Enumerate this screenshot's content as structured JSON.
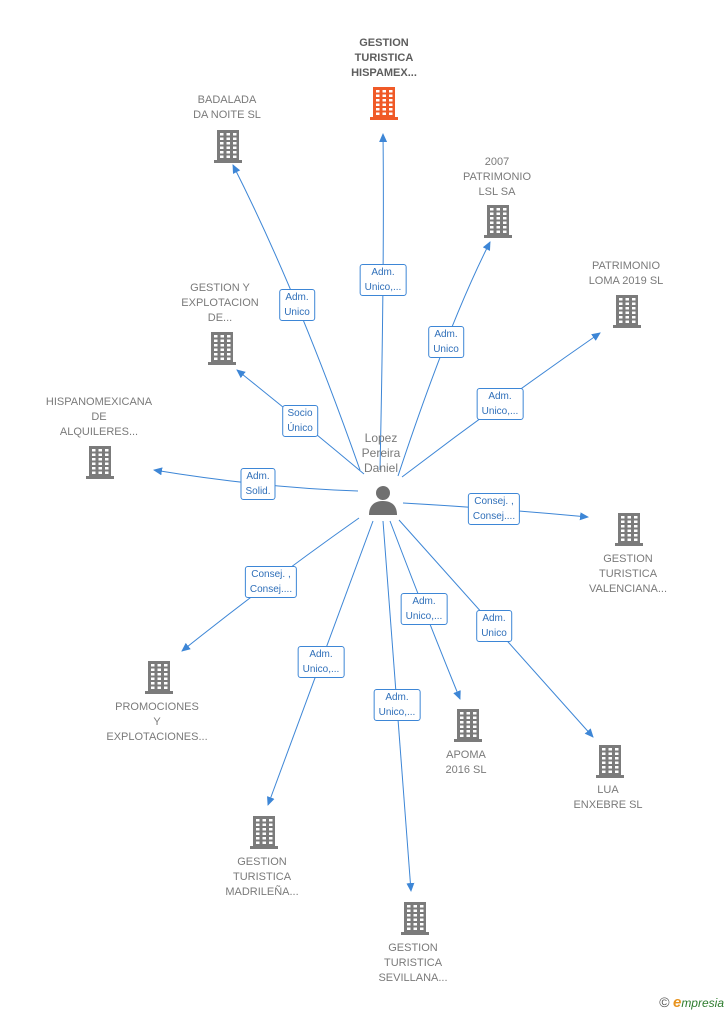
{
  "colors": {
    "edge": "#3d86d6",
    "building_gray": "#7b7b7b",
    "building_highlight": "#f05a28",
    "person": "#707070"
  },
  "center": {
    "name": "Lopez\nPereira\nDaniel",
    "icon": "person-icon"
  },
  "nodes": [
    {
      "id": "gestion-turistica-hispamex",
      "label": "GESTION\nTURISTICA\nHISPAMEX...",
      "highlight": true,
      "edge_label": "Adm.\nUnico,..."
    },
    {
      "id": "badalada-da-noite",
      "label": "BADALADA\nDA NOITE SL",
      "highlight": false,
      "edge_label": "Adm.\nUnico"
    },
    {
      "id": "2007-patrimonio",
      "label": "2007\nPATRIMONIO\nLSL SA",
      "highlight": false,
      "edge_label": "Adm.\nUnico"
    },
    {
      "id": "patrimonio-loma",
      "label": "PATRIMONIO\nLOMA 2019  SL",
      "highlight": false,
      "edge_label": "Adm.\nUnico,..."
    },
    {
      "id": "gestion-explotacion",
      "label": "GESTION Y\nEXPLOTACION\nDE...",
      "highlight": false,
      "edge_label": "Socio\nÚnico"
    },
    {
      "id": "hispanomexicana",
      "label": "HISPANOMEXICANA\nDE\nALQUILERES...",
      "highlight": false,
      "edge_label": "Adm.\nSolid."
    },
    {
      "id": "gestion-turistica-valenciana",
      "label": "GESTION\nTURISTICA\nVALENCIANA...",
      "highlight": false,
      "edge_label": "Consej. ,\nConsej...."
    },
    {
      "id": "promociones",
      "label": "PROMOCIONES\nY\nEXPLOTACIONES...",
      "highlight": false,
      "edge_label": "Consej. ,\nConsej...."
    },
    {
      "id": "apoma",
      "label": "APOMA\n2016  SL",
      "highlight": false,
      "edge_label": "Adm.\nUnico,..."
    },
    {
      "id": "lua-enxebre",
      "label": "LUA\nENXEBRE SL",
      "highlight": false,
      "edge_label": "Adm.\nUnico"
    },
    {
      "id": "gestion-turistica-madrilena",
      "label": "GESTION\nTURISTICA\nMADRILEÑA...",
      "highlight": false,
      "edge_label": "Adm.\nUnico,..."
    },
    {
      "id": "gestion-turistica-sevillana",
      "label": "GESTION\nTURISTICA\nSEVILLANA...",
      "highlight": false,
      "edge_label": "Adm.\nUnico,..."
    }
  ],
  "watermark": {
    "copyright": "©",
    "brand_initial": "e",
    "brand_rest": "mpresia"
  }
}
